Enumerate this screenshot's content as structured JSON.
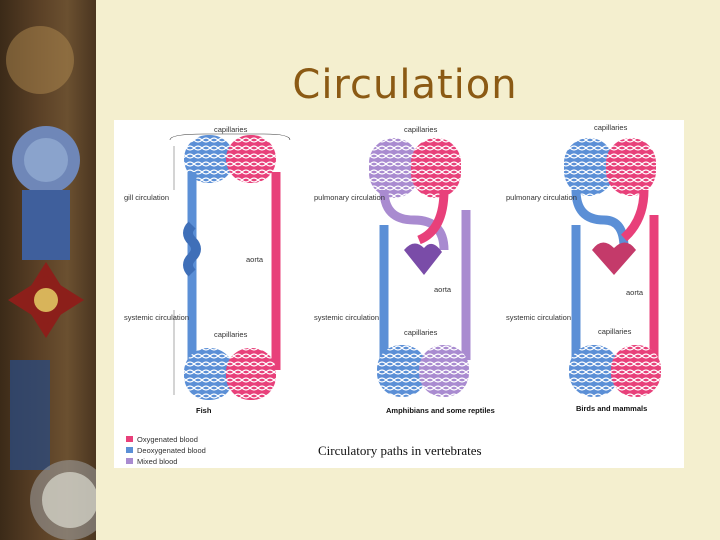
{
  "slide": {
    "title": "Circulation"
  },
  "diagram": {
    "labels": {
      "capillaries": "capillaries",
      "gill_circulation": "gill circulation",
      "aorta": "aorta",
      "systemic_circulation": "systemic circulation",
      "pulmonary_circulation": "pulmonary circulation"
    },
    "panels": [
      {
        "caption": "Fish"
      },
      {
        "caption": "Amphibians and some reptiles"
      },
      {
        "caption": "Birds and mammals"
      }
    ],
    "legend": [
      {
        "label": "Oxygenated blood",
        "color": "#e8407a"
      },
      {
        "label": "Deoxygenated blood",
        "color": "#5b8fd6"
      },
      {
        "label": "Mixed blood",
        "color": "#a98bd0"
      }
    ],
    "caption": "Circulatory paths in vertebrates"
  },
  "colors": {
    "oxygenated": "#e8407a",
    "deoxygenated": "#5b8fd6",
    "mixed": "#a98bd0",
    "title": "#8b5a14"
  }
}
